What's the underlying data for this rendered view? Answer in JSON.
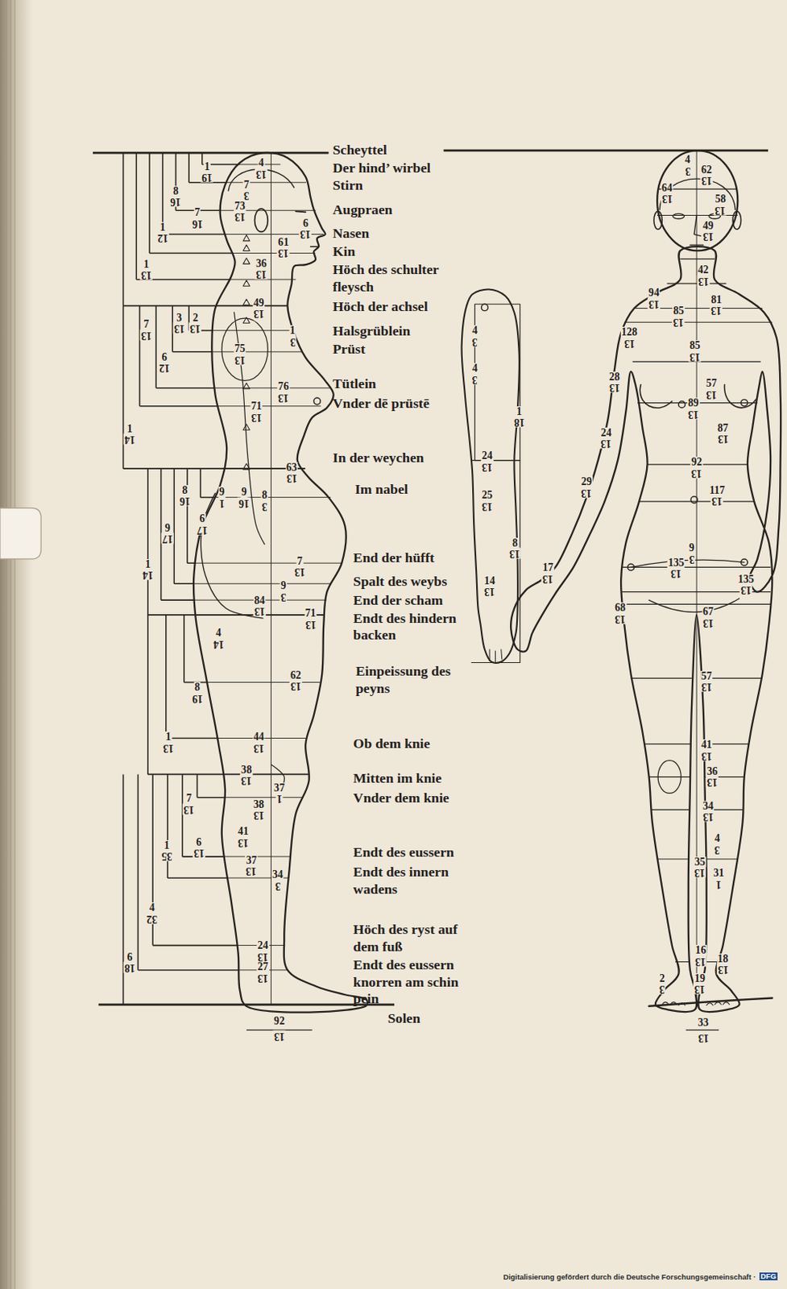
{
  "diagram": {
    "labels": [
      "Scheyttel",
      "Der hind’ wirbel",
      "Stirn",
      "Augpraen",
      "Nasen",
      "Kin",
      "Höch des schulter fleysch",
      "Höch der achsel",
      "Halsgrüblein",
      "Prüst",
      "Tütlein",
      "Vnder dē prüstē",
      "In der weychen",
      "Im nabel",
      "End der hüfft",
      "Spalt des weybs",
      "End der scham",
      "Endt des hindern backen",
      "Einpeissung des peyns",
      "Ob dem knie",
      "Mitten im knie",
      "Vnder dem knie",
      "Endt des eussern",
      "Endt des innern wadens",
      "Höch des ryst auf dem fuß",
      "Endt des eussern knorren am schin pein",
      "Solen",
      "4",
      "13",
      "7",
      "3",
      "73",
      "13",
      "6",
      "13",
      "61",
      "13",
      "36",
      "13",
      "49",
      "13",
      "1",
      "3",
      "75",
      "13",
      "76",
      "13",
      "71",
      "13",
      "63",
      "13",
      "8",
      "3",
      "9",
      "16",
      "7",
      "13",
      "9",
      "3",
      "84",
      "13",
      "71",
      "13",
      "62",
      "13",
      "44",
      "13",
      "38",
      "13",
      "37",
      "1",
      "38",
      "13",
      "41",
      "13",
      "37",
      "13",
      "34",
      "3",
      "24",
      "13",
      "27",
      "13",
      "92",
      "13",
      "1",
      "19",
      "8",
      "16",
      "7",
      "16",
      "1",
      "12",
      "1",
      "13",
      "7",
      "13",
      "3",
      "13",
      "2",
      "13",
      "6",
      "12",
      "1",
      "14",
      "8",
      "16",
      "9",
      "1",
      "6",
      "17",
      "9",
      "17",
      "1",
      "14",
      "4",
      "14",
      "8",
      "19",
      "1",
      "13",
      "7",
      "13",
      "6",
      "13",
      "1",
      "35",
      "4",
      "32",
      "6",
      "18",
      "4",
      "3",
      "4",
      "3",
      "1",
      "18",
      "24",
      "13",
      "25",
      "13",
      "8",
      "13",
      "14",
      "13",
      "17",
      "13",
      "4",
      "3",
      "62",
      "13",
      "64",
      "13",
      "58",
      "13",
      "49",
      "13",
      "42",
      "13",
      "94",
      "13",
      "81",
      "13",
      "85",
      "13",
      "128",
      "13",
      "85",
      "13",
      "28",
      "13",
      "57",
      "13",
      "89",
      "13",
      "87",
      "13",
      "24",
      "13",
      "92",
      "13",
      "117",
      "13",
      "29",
      "13",
      "9",
      "3",
      "135",
      "13",
      "135",
      "13",
      "68",
      "13",
      "67",
      "13",
      "57",
      "13",
      "41",
      "13",
      "36",
      "13",
      "34",
      "13",
      "4",
      "3",
      "35",
      "13",
      "31",
      "1",
      "16",
      "13",
      "18",
      "13",
      "2",
      "3",
      "19",
      "13",
      "33",
      "13",
      "Digitalisierung gefördert durch die Deutsche Forschungsgemeinschaft ·",
      "DFG"
    ]
  }
}
